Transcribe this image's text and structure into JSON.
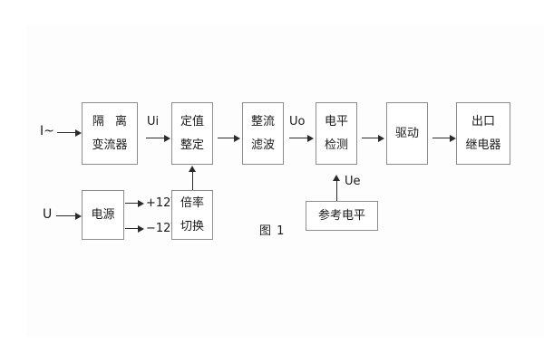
{
  "diagram": {
    "caption": "图 1",
    "inputs": {
      "current": "I~",
      "voltage": "U"
    },
    "signals": {
      "ui": "Ui",
      "uo": "Uo",
      "ue": "Ue"
    },
    "rails": {
      "positive": "+12V",
      "negative": "−12V"
    },
    "blocks": {
      "isolation": {
        "line1": "隔 离",
        "line2": "变流器"
      },
      "setting": {
        "line1": "定值",
        "line2": "整定"
      },
      "rectifier": {
        "line1": "整流",
        "line2": "滤波"
      },
      "level_detect": {
        "line1": "电平",
        "line2": "检测"
      },
      "driver": {
        "line1": "驱动"
      },
      "output_relay": {
        "line1": "出口",
        "line2": "继电器"
      },
      "power_supply": {
        "line1": "电源"
      },
      "multiplier_switch": {
        "line1": "倍率",
        "line2": "切换"
      },
      "reference_level": {
        "line1": "参考电平"
      }
    }
  },
  "colors": {
    "line": "#2b2b2b",
    "block_border": "#8d8d8d",
    "text": "#1a1a1a",
    "background": "#ffffff"
  }
}
